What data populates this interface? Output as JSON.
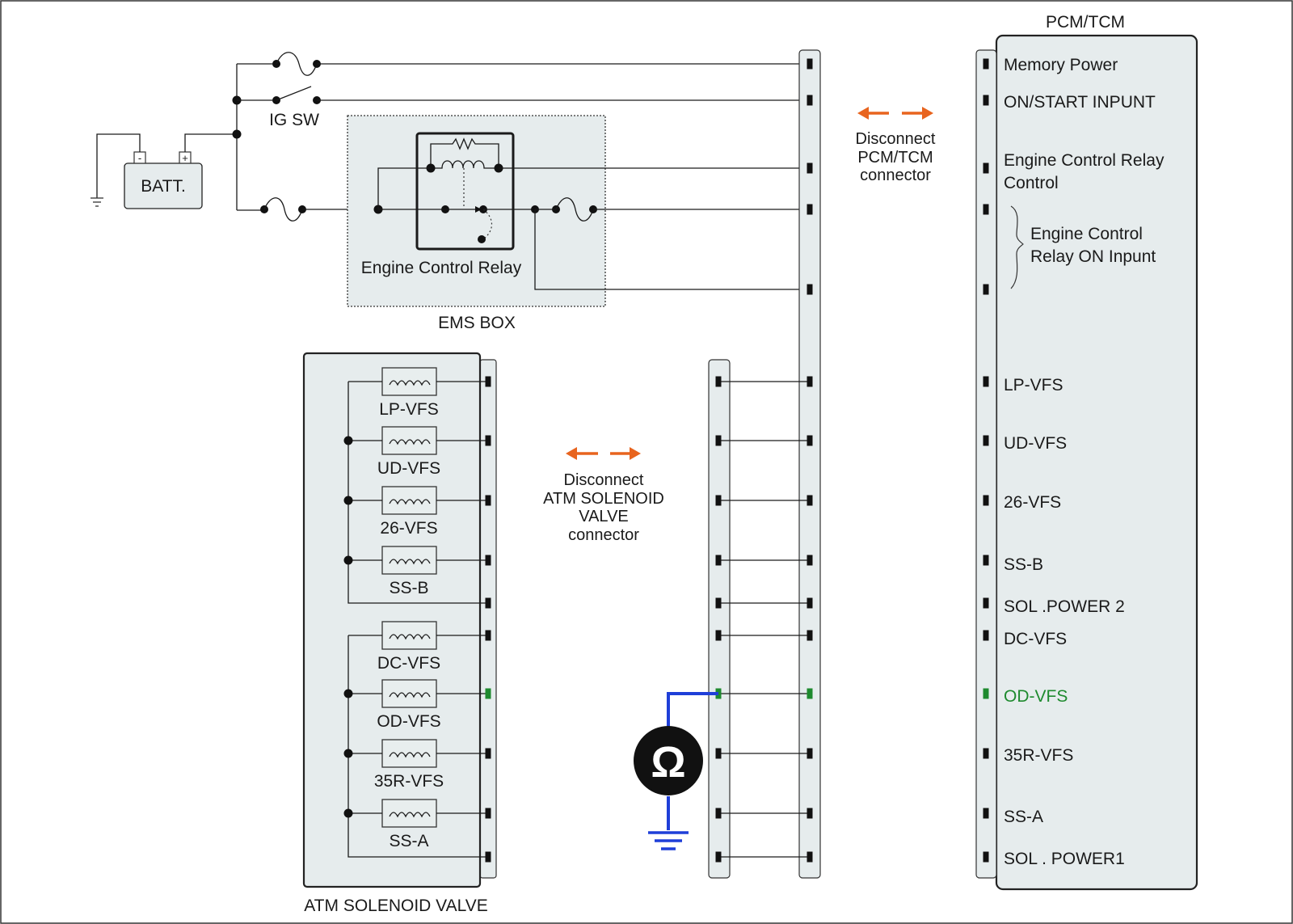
{
  "labels": {
    "pcm_tcm": "PCM/TCM",
    "batt": "BATT.",
    "batt_minus": "-",
    "batt_plus": "+",
    "ig_sw": "IG SW",
    "engine_control_relay": "Engine Control Relay",
    "ems_box": "EMS BOX",
    "atm_solenoid_valve": "ATM SOLENOID VALVE",
    "ohm_symbol": "Ω"
  },
  "notes": {
    "disconnect_pcm": [
      "Disconnect",
      "PCM/TCM",
      "connector"
    ],
    "disconnect_atm": [
      "Disconnect",
      "ATM SOLENOID",
      "VALVE",
      "connector"
    ]
  },
  "pcm_pins": [
    {
      "label": "Memory Power"
    },
    {
      "label": "ON/START  INPUNT"
    },
    {
      "label": "Engine Control Relay"
    },
    {
      "label": "Control"
    },
    {
      "label": "Engine Control"
    },
    {
      "label": "Relay ON Inpunt"
    },
    {
      "label": "LP-VFS"
    },
    {
      "label": "UD-VFS"
    },
    {
      "label": "26-VFS"
    },
    {
      "label": "SS-B"
    },
    {
      "label": "SOL .POWER 2"
    },
    {
      "label": "DC-VFS"
    },
    {
      "label": "OD-VFS",
      "highlight": true
    },
    {
      "label": "35R-VFS"
    },
    {
      "label": "SS-A"
    },
    {
      "label": "SOL . POWER1"
    }
  ],
  "solenoids": [
    "LP-VFS",
    "UD-VFS",
    "26-VFS",
    "SS-B",
    "DC-VFS",
    "OD-VFS",
    "35R-VFS",
    "SS-A"
  ],
  "colors": {
    "highlight_green": "#1e8a2e",
    "arrow_orange": "#e8641e",
    "meter_blue": "#1f3fd8",
    "panel_fill": "#e6eced"
  }
}
